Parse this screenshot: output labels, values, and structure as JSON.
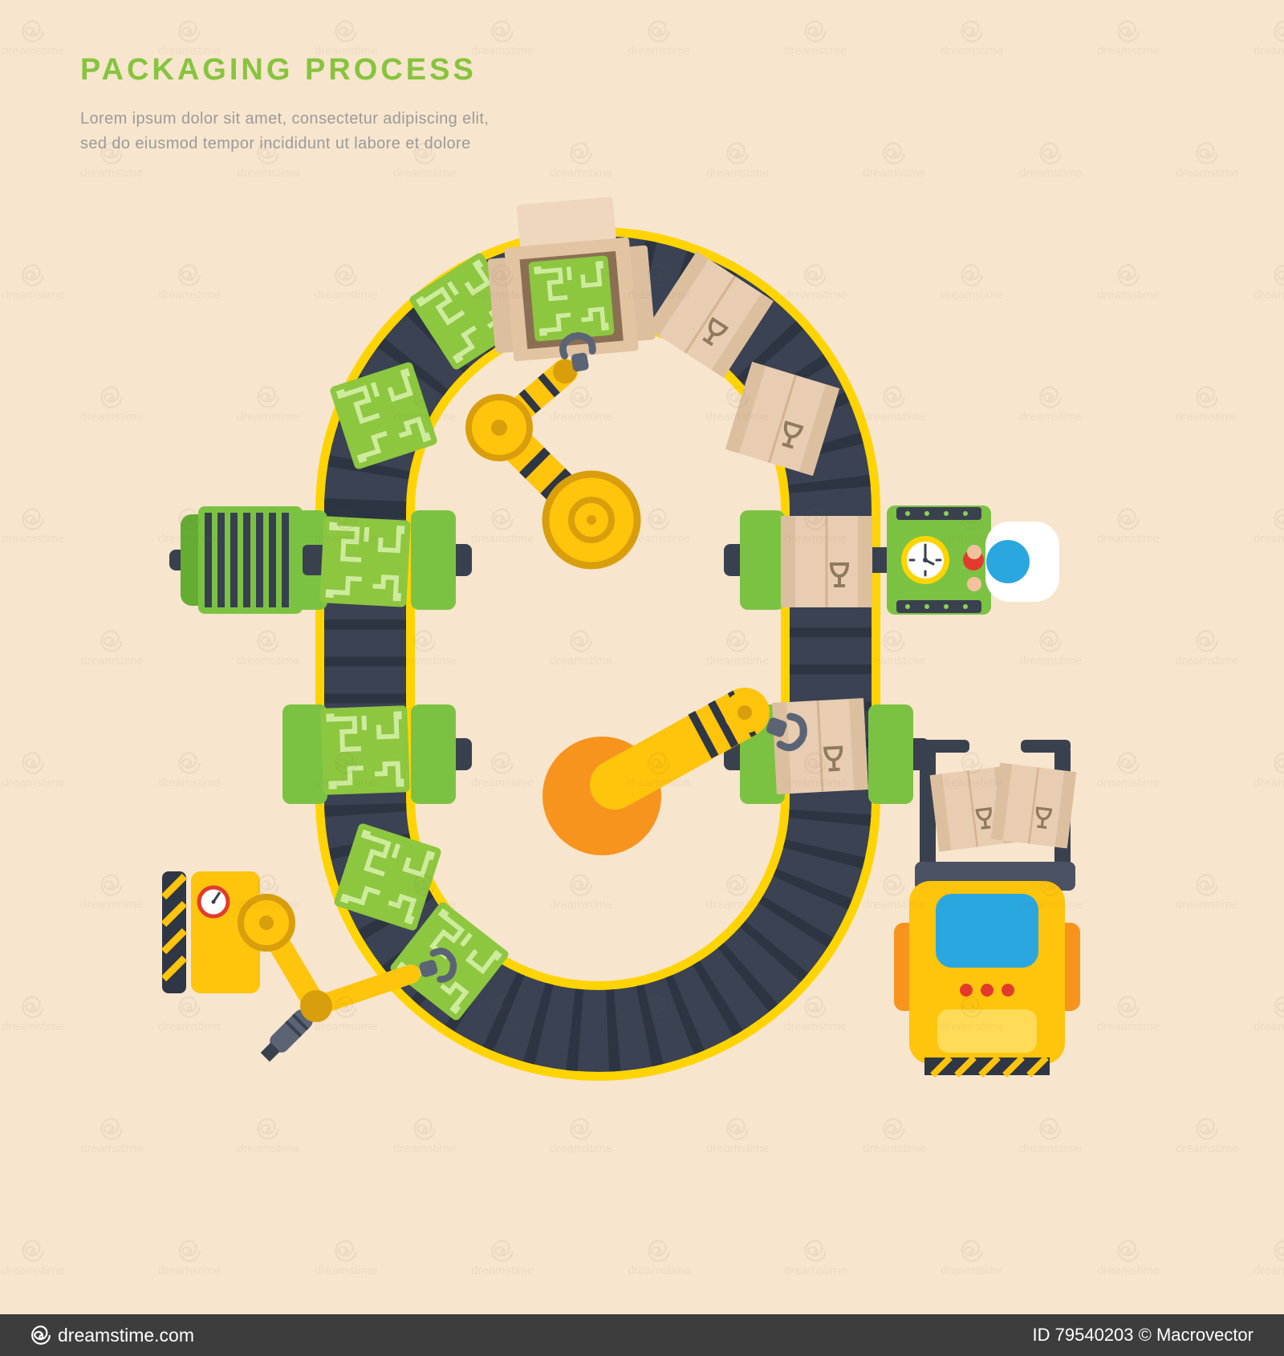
{
  "header": {
    "title": "PACKAGING PROCESS",
    "subtitle_line1": "Lorem ipsum dolor sit amet, consectetur adipiscing elit,",
    "subtitle_line2": "sed do eiusmod tempor incididunt ut labore et dolore"
  },
  "watermark": {
    "site": "dreamstime.com",
    "credit": "ID 79540203 © Macrovector",
    "tile_label": "dreamstime"
  },
  "scene": {
    "elements": [
      "oval-conveyor-belt",
      "pcb-boards",
      "cardboard-boxes-with-fragile-icon",
      "open-packing-box",
      "assembly-robot-arm",
      "packing-robot-arm",
      "motor-machine",
      "control-panel-with-clock-and-operator",
      "inspection-robot-station",
      "transport-robot-with-boxes"
    ]
  },
  "colors": {
    "background": "#f7e5cd",
    "title_green": "#86c43d",
    "subtitle_gray": "#9b9b9b",
    "belt_dark": "#3a4253",
    "belt_tread": "#2d3442",
    "belt_edge_yellow": "#ffd400",
    "robot_yellow": "#ffc40c",
    "robot_yellow_dark": "#d99e0b",
    "machine_green": "#7cc242",
    "pcb_green": "#8dc63f",
    "pcb_trace": "#cdeb9c",
    "box_beige": "#e8cdb2",
    "accent_orange": "#f7941e",
    "window_blue": "#2ba7df",
    "alert_red": "#e23b2e",
    "metal_gray": "#5b6475",
    "footer_bar": "#3d3d3d"
  }
}
